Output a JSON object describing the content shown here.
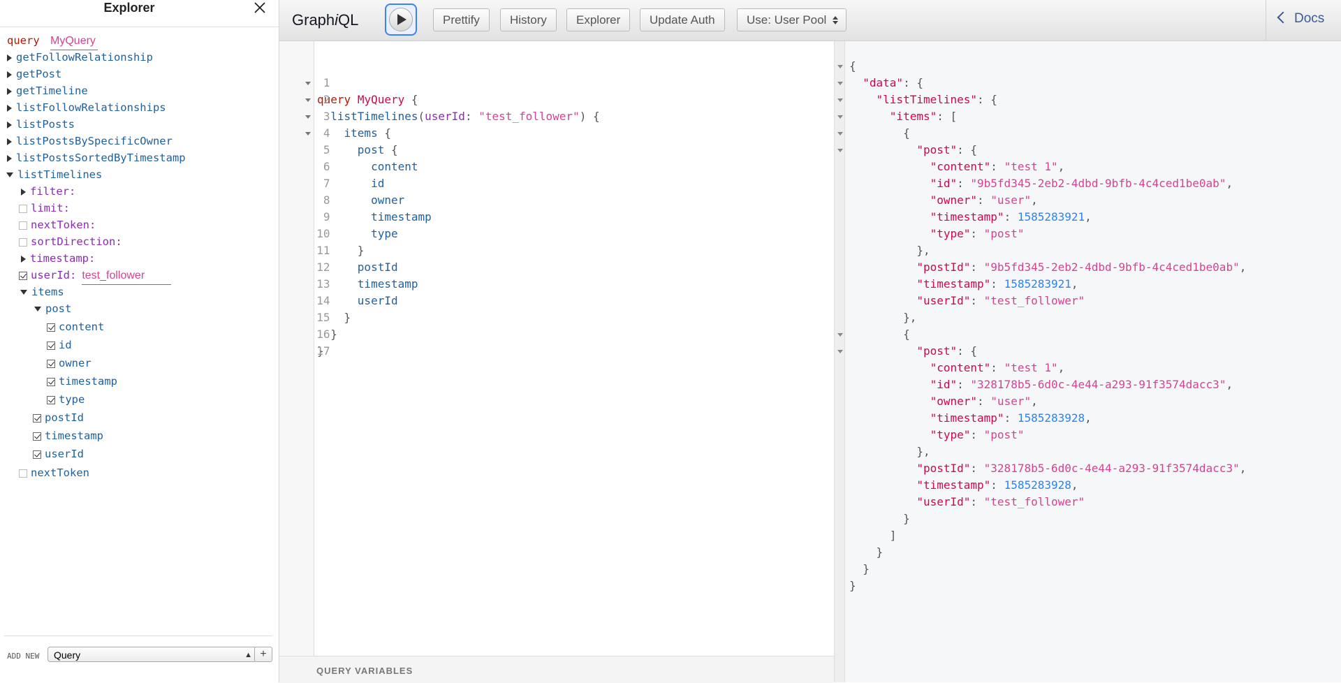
{
  "explorer": {
    "title": "Explorer",
    "query_keyword": "query",
    "query_name": "MyQuery",
    "fields": [
      "getFollowRelationship",
      "getPost",
      "getTimeline",
      "listFollowRelationships",
      "listPosts",
      "listPostsBySpecificOwner",
      "listPostsSortedByTimestamp"
    ],
    "expanded_field": "listTimelines",
    "args": {
      "filter": "filter:",
      "limit": "limit:",
      "nextToken": "nextToken:",
      "sortDirection": "sortDirection:",
      "timestamp": "timestamp:",
      "userId": "userId:",
      "userId_value": "test_follower"
    },
    "items_label": "items",
    "post_label": "post",
    "post_fields": [
      "content",
      "id",
      "owner",
      "timestamp",
      "type"
    ],
    "item_fields": [
      "postId",
      "timestamp",
      "userId"
    ],
    "next_token_field": "nextToken",
    "footer": {
      "add_new": "ADD NEW",
      "operation": "Query",
      "add_symbol": "+"
    }
  },
  "toolbar": {
    "title_a": "Graph",
    "title_i": "i",
    "title_b": "QL",
    "prettify": "Prettify",
    "history": "History",
    "explorer": "Explorer",
    "update_auth": "Update Auth",
    "auth_mode": "Use: User Pool",
    "docs": "Docs"
  },
  "editor": {
    "line_numbers": [
      "1",
      "2",
      "3",
      "4",
      "5",
      "6",
      "7",
      "8",
      "9",
      "10",
      "11",
      "12",
      "13",
      "14",
      "15",
      "16",
      "17"
    ],
    "tokens": {
      "kw_query": "query",
      "op_name": "MyQuery",
      "root_field": "listTimelines",
      "arg_name": "userId",
      "arg_value": "\"test_follower\"",
      "items": "items",
      "post": "post",
      "content": "content",
      "id": "id",
      "owner": "owner",
      "timestamp": "timestamp",
      "type": "type",
      "postId": "postId",
      "userId": "userId"
    },
    "variables_label": "QUERY VARIABLES"
  },
  "result": {
    "items": [
      {
        "content": "\"test 1\"",
        "id": "\"9b5fd345-2eb2-4dbd-9bfb-4c4ced1be0ab\"",
        "owner": "\"user\"",
        "timestamp": "1585283921",
        "type": "\"post\"",
        "postId": "\"9b5fd345-2eb2-4dbd-9bfb-4c4ced1be0ab\"",
        "item_timestamp": "1585283921",
        "userId": "\"test_follower\""
      },
      {
        "content": "\"test 1\"",
        "id": "\"328178b5-6d0c-4e44-a293-91f3574dacc3\"",
        "owner": "\"user\"",
        "timestamp": "1585283928",
        "type": "\"post\"",
        "postId": "\"328178b5-6d0c-4e44-a293-91f3574dacc3\"",
        "item_timestamp": "1585283928",
        "userId": "\"test_follower\""
      }
    ]
  }
}
